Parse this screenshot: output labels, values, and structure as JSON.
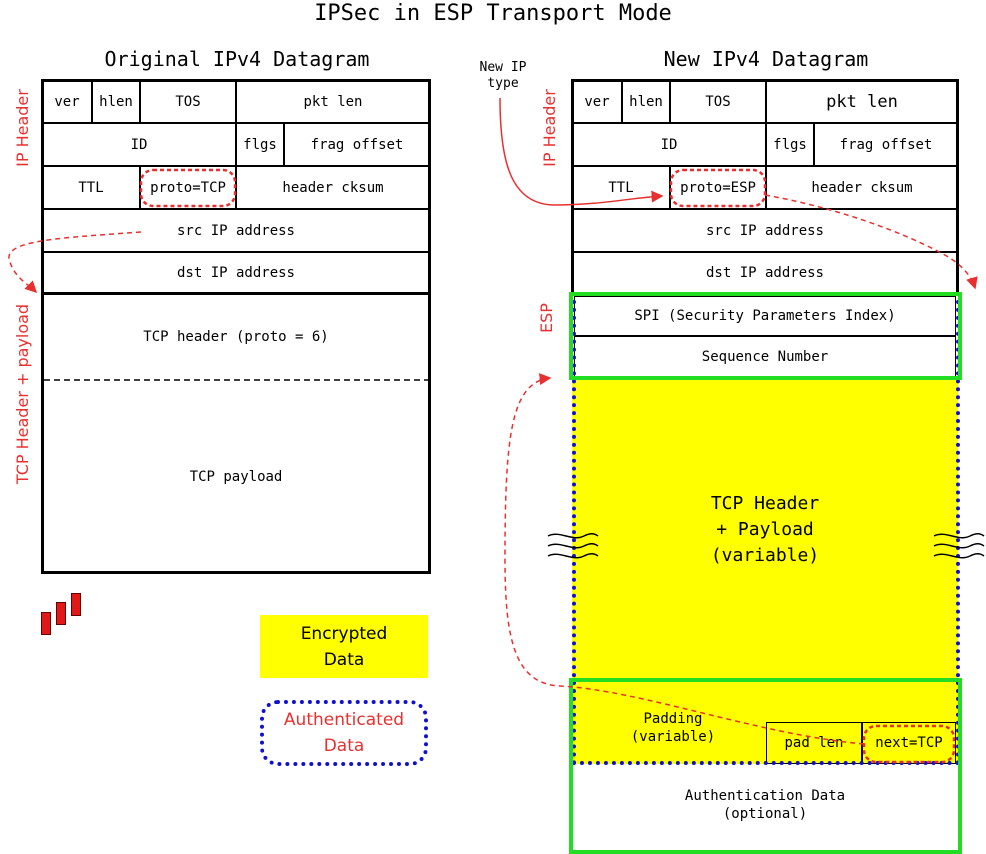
{
  "title": "IPSec in ESP Transport Mode",
  "original": {
    "heading": "Original IPv4 Datagram",
    "ip_header_label": "IP Header",
    "payload_label": "TCP Header + payload",
    "ver": "ver",
    "hlen": "hlen",
    "tos": "TOS",
    "pkt_len": "pkt len",
    "id": "ID",
    "flgs": "flgs",
    "frag_offset": "frag offset",
    "ttl": "TTL",
    "proto": "proto=TCP",
    "header_cksum": "header cksum",
    "src": "src IP address",
    "dst": "dst IP address",
    "tcp_header": "TCP header (proto = 6)",
    "tcp_payload": "TCP payload"
  },
  "new": {
    "heading": "New IPv4 Datagram",
    "ip_header_label": "IP Header",
    "esp_label": "ESP",
    "new_ip_type_note": "New IP\ntype",
    "ver": "ver",
    "hlen": "hlen",
    "tos": "TOS",
    "pkt_len": "pkt len",
    "id": "ID",
    "flgs": "flgs",
    "frag_offset": "frag offset",
    "ttl": "TTL",
    "proto": "proto=ESP",
    "header_cksum": "header cksum",
    "src": "src IP address",
    "dst": "dst IP address",
    "spi": "SPI (Security Parameters Index)",
    "seq": "Sequence Number",
    "tcp_block": "TCP Header\n+ Payload\n(variable)",
    "padding": "Padding\n(variable)",
    "pad_len": "pad len",
    "next": "next=TCP",
    "auth_data": "Authentication Data\n(optional)"
  },
  "legend": {
    "encrypted": "Encrypted\nData",
    "authenticated": "Authenticated\nData"
  },
  "colors": {
    "red": "#e83030",
    "encrypted": "#ffff00",
    "auth_dotted": "#1010d0",
    "esp_green": "#22dd22"
  }
}
